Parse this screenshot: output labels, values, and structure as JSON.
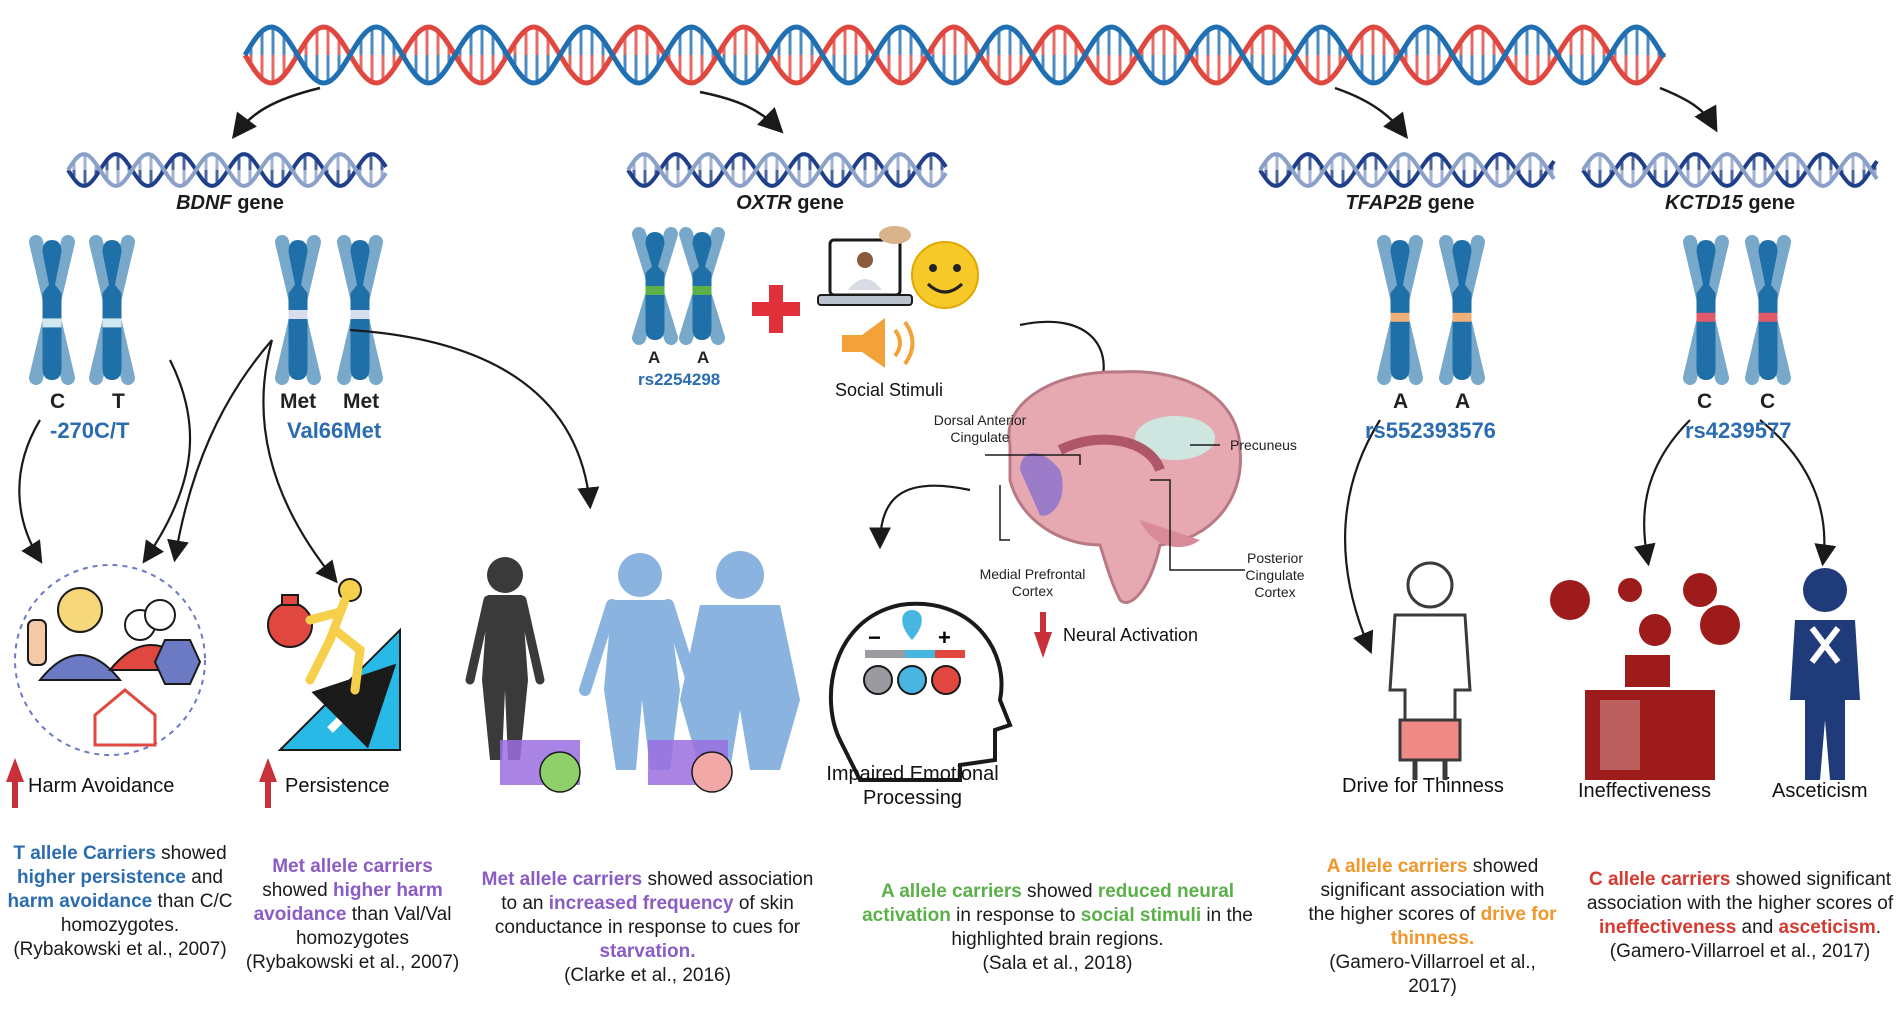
{
  "genes": {
    "bdnf": {
      "name": "BDNF",
      "suffix": " gene"
    },
    "oxtr": {
      "name": "OXTR",
      "suffix": " gene"
    },
    "tfap2b": {
      "name": "TFAP2B",
      "suffix": " gene"
    },
    "kctd15": {
      "name": "KCTD15",
      "suffix": " gene"
    }
  },
  "variants": {
    "bdnf_270": {
      "allele1": "C",
      "allele2": "T",
      "snp": "-270C/T"
    },
    "bdnf_val66met": {
      "allele1": "Met",
      "allele2": "Met",
      "snp": "Val66Met"
    },
    "oxtr": {
      "allele1": "A",
      "allele2": "A",
      "snp": "rs2254298"
    },
    "tfap2b": {
      "allele1": "A",
      "allele2": "A",
      "snp": "rs552393576"
    },
    "kctd15": {
      "allele1": "C",
      "allele2": "C",
      "snp": "rs4239577"
    }
  },
  "labels": {
    "social_stimuli": "Social Stimuli",
    "neural_activation": "Neural Activation",
    "harm_avoidance": "Harm Avoidance",
    "persistence": "Persistence",
    "impaired_emotional": "Impaired Emotional Processing",
    "drive_for_thinness": "Drive for Thinness",
    "ineffectiveness": "Ineffectiveness",
    "asceticism": "Asceticism"
  },
  "brain_regions": {
    "dacc": "Dorsal Anterior Cingulate",
    "precuneus": "Precuneus",
    "mpfc": "Medial Prefrontal Cortex",
    "pcc": "Posterior Cingulate Cortex"
  },
  "captions": {
    "c1": {
      "a": "T allele Carriers",
      "b": " showed ",
      "c": "higher persistence",
      "d": " and ",
      "e": "harm avoidance",
      "f": " than C/C homozygotes.",
      "ref": "(Rybakowski et al., 2007)"
    },
    "c2": {
      "a": "Met allele carriers",
      "b": " showed ",
      "c": "higher harm avoidance",
      "d": " than Val/Val homozygotes",
      "ref": "(Rybakowski et al., 2007)"
    },
    "c3": {
      "a": "Met allele carriers",
      "b": " showed association to an ",
      "c": "increased frequency",
      "d": " of skin conductance in response to cues for ",
      "e": "starvation.",
      "ref": "(Clarke et al., 2016)"
    },
    "c4": {
      "a": "A allele carriers",
      "b": " showed ",
      "c": "reduced neural activation",
      "d": " in response to ",
      "e": "social stimuli",
      "f": " in the highlighted brain regions.",
      "ref": "(Sala et al., 2018)"
    },
    "c5": {
      "a": "A allele carriers",
      "b": " showed significant association with the higher scores of ",
      "c": "drive for thinness.",
      "ref": "(Gamero-Villarroel et al., 2017)"
    },
    "c6": {
      "a": "C allele carriers",
      "b": " showed significant association with the higher scores of ",
      "c": "ineffectiveness",
      "d": " and ",
      "e": "asceticism",
      "f": ".",
      "ref": "(Gamero-Villarroel et al., 2017)"
    }
  },
  "colors": {
    "dna_red": "#e0473f",
    "dna_blue": "#1f6fb2",
    "chromosome": "#1f6fa8",
    "blue_text": "#2b6cb0",
    "purple": "#8a5cc4",
    "green": "#5bb04a",
    "orange": "#f0962a",
    "red": "#d43a2f"
  }
}
